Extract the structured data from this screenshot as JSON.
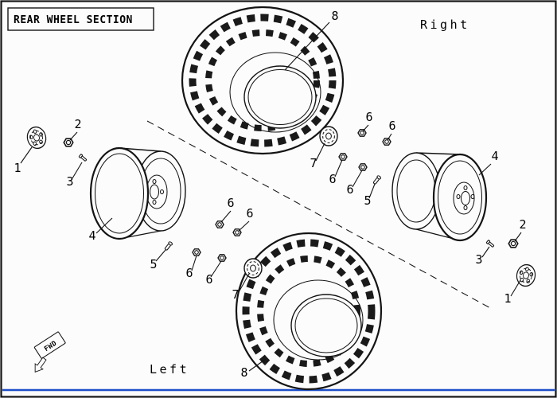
{
  "title": "REAR WHEEL SECTION",
  "labels": {
    "right": "Right",
    "left": "Left",
    "fwd": "FWD"
  },
  "colors": {
    "accent": "#1d4fc8",
    "line": "#141414"
  },
  "callouts": [
    {
      "num": "8",
      "part": "tire-right"
    },
    {
      "num": "1",
      "part": "hubcap-left"
    },
    {
      "num": "2",
      "part": "lug-nut-left"
    },
    {
      "num": "3",
      "part": "stud-left"
    },
    {
      "num": "4",
      "part": "rim-left"
    },
    {
      "num": "5",
      "part": "valve-stem-left"
    },
    {
      "num": "6",
      "part": "flange-nut-left-a"
    },
    {
      "num": "6",
      "part": "flange-nut-left-b"
    },
    {
      "num": "6",
      "part": "flange-nut-left-c"
    },
    {
      "num": "6",
      "part": "flange-nut-left-d"
    },
    {
      "num": "7",
      "part": "center-cap-left"
    },
    {
      "num": "8",
      "part": "tire-left"
    },
    {
      "num": "7",
      "part": "center-cap-right"
    },
    {
      "num": "6",
      "part": "flange-nut-right-a"
    },
    {
      "num": "6",
      "part": "flange-nut-right-b"
    },
    {
      "num": "6",
      "part": "flange-nut-right-c"
    },
    {
      "num": "6",
      "part": "flange-nut-right-d"
    },
    {
      "num": "5",
      "part": "valve-stem-right"
    },
    {
      "num": "4",
      "part": "rim-right"
    },
    {
      "num": "2",
      "part": "lug-nut-right"
    },
    {
      "num": "3",
      "part": "stud-right"
    },
    {
      "num": "1",
      "part": "hubcap-right"
    }
  ]
}
